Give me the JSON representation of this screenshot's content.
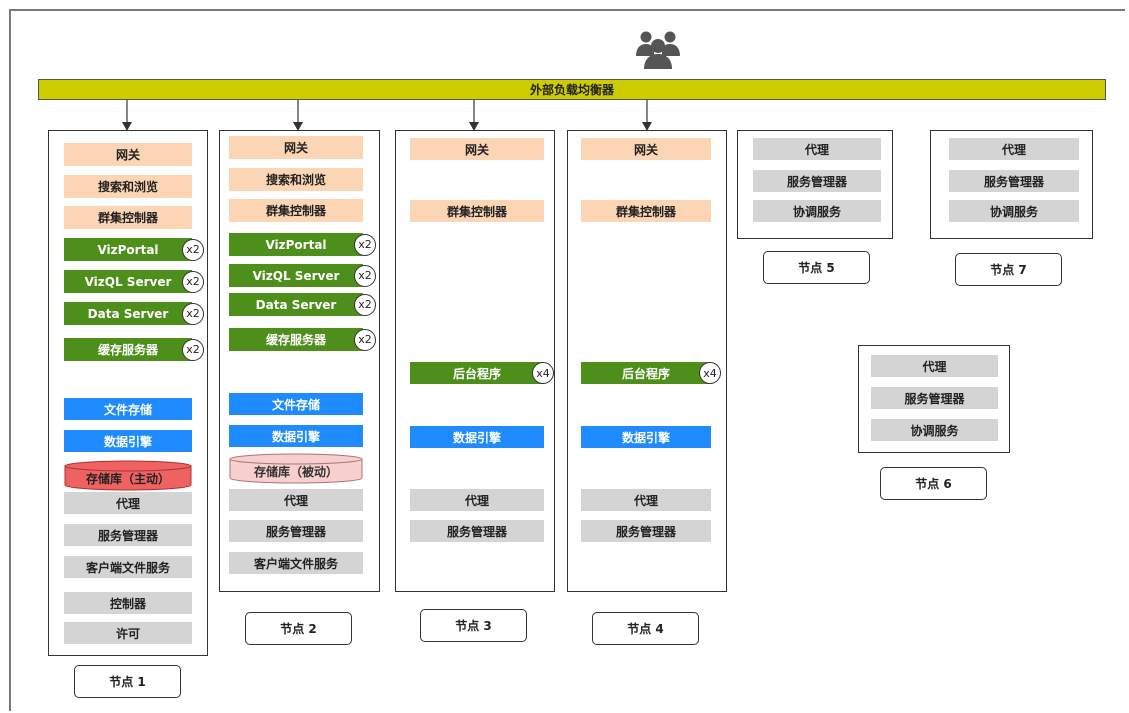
{
  "load_balancer": {
    "label": "外部负载均衡器",
    "color": "#cccc00"
  },
  "users_icon": "users-group-icon",
  "colors": {
    "peach": "#fcd5b4",
    "green": "#4e8f1b",
    "blue": "#1f8bff",
    "gray": "#d4d4d4",
    "red": "#f06262",
    "pink": "#f8cfcf"
  },
  "nodes": [
    {
      "label": "节点 1",
      "services": [
        {
          "text": "网关",
          "style": "peach"
        },
        {
          "text": "搜索和浏览",
          "style": "peach"
        },
        {
          "text": "群集控制器",
          "style": "peach"
        },
        {
          "text": "VizPortal",
          "style": "green",
          "mult": "x2"
        },
        {
          "text": "VizQL Server",
          "style": "green",
          "mult": "x2"
        },
        {
          "text": "Data Server",
          "style": "green",
          "mult": "x2"
        },
        {
          "text": "缓存服务器",
          "style": "green",
          "mult": "x2"
        },
        {
          "text": "文件存储",
          "style": "blue"
        },
        {
          "text": "数据引擎",
          "style": "blue"
        },
        {
          "text": "存储库（主动）",
          "style": "repo-active"
        },
        {
          "text": "代理",
          "style": "gray"
        },
        {
          "text": "服务管理器",
          "style": "gray"
        },
        {
          "text": "客户端文件服务",
          "style": "gray"
        },
        {
          "text": "控制器",
          "style": "gray"
        },
        {
          "text": "许可",
          "style": "gray"
        }
      ]
    },
    {
      "label": "节点 2",
      "services": [
        {
          "text": "网关",
          "style": "peach"
        },
        {
          "text": "搜索和浏览",
          "style": "peach"
        },
        {
          "text": "群集控制器",
          "style": "peach"
        },
        {
          "text": "VizPortal",
          "style": "green",
          "mult": "x2"
        },
        {
          "text": "VizQL Server",
          "style": "green",
          "mult": "x2"
        },
        {
          "text": "Data Server",
          "style": "green",
          "mult": "x2"
        },
        {
          "text": "缓存服务器",
          "style": "green",
          "mult": "x2"
        },
        {
          "text": "文件存储",
          "style": "blue"
        },
        {
          "text": "数据引擎",
          "style": "blue"
        },
        {
          "text": "存储库（被动）",
          "style": "repo-passive"
        },
        {
          "text": "代理",
          "style": "gray"
        },
        {
          "text": "服务管理器",
          "style": "gray"
        },
        {
          "text": "客户端文件服务",
          "style": "gray"
        }
      ]
    },
    {
      "label": "节点 3",
      "services": [
        {
          "text": "网关",
          "style": "peach"
        },
        {
          "text": "群集控制器",
          "style": "peach"
        },
        {
          "text": "后台程序",
          "style": "green",
          "mult": "x4"
        },
        {
          "text": "数据引擎",
          "style": "blue"
        },
        {
          "text": "代理",
          "style": "gray"
        },
        {
          "text": "服务管理器",
          "style": "gray"
        }
      ]
    },
    {
      "label": "节点 4",
      "services": [
        {
          "text": "网关",
          "style": "peach"
        },
        {
          "text": "群集控制器",
          "style": "peach"
        },
        {
          "text": "后台程序",
          "style": "green",
          "mult": "x4"
        },
        {
          "text": "数据引擎",
          "style": "blue"
        },
        {
          "text": "代理",
          "style": "gray"
        },
        {
          "text": "服务管理器",
          "style": "gray"
        }
      ]
    },
    {
      "label": "节点 5",
      "services": [
        {
          "text": "代理",
          "style": "gray"
        },
        {
          "text": "服务管理器",
          "style": "gray"
        },
        {
          "text": "协调服务",
          "style": "gray"
        }
      ]
    },
    {
      "label": "节点 7",
      "services": [
        {
          "text": "代理",
          "style": "gray"
        },
        {
          "text": "服务管理器",
          "style": "gray"
        },
        {
          "text": "协调服务",
          "style": "gray"
        }
      ]
    },
    {
      "label": "节点 6",
      "services": [
        {
          "text": "代理",
          "style": "gray"
        },
        {
          "text": "服务管理器",
          "style": "gray"
        },
        {
          "text": "协调服务",
          "style": "gray"
        }
      ]
    }
  ]
}
